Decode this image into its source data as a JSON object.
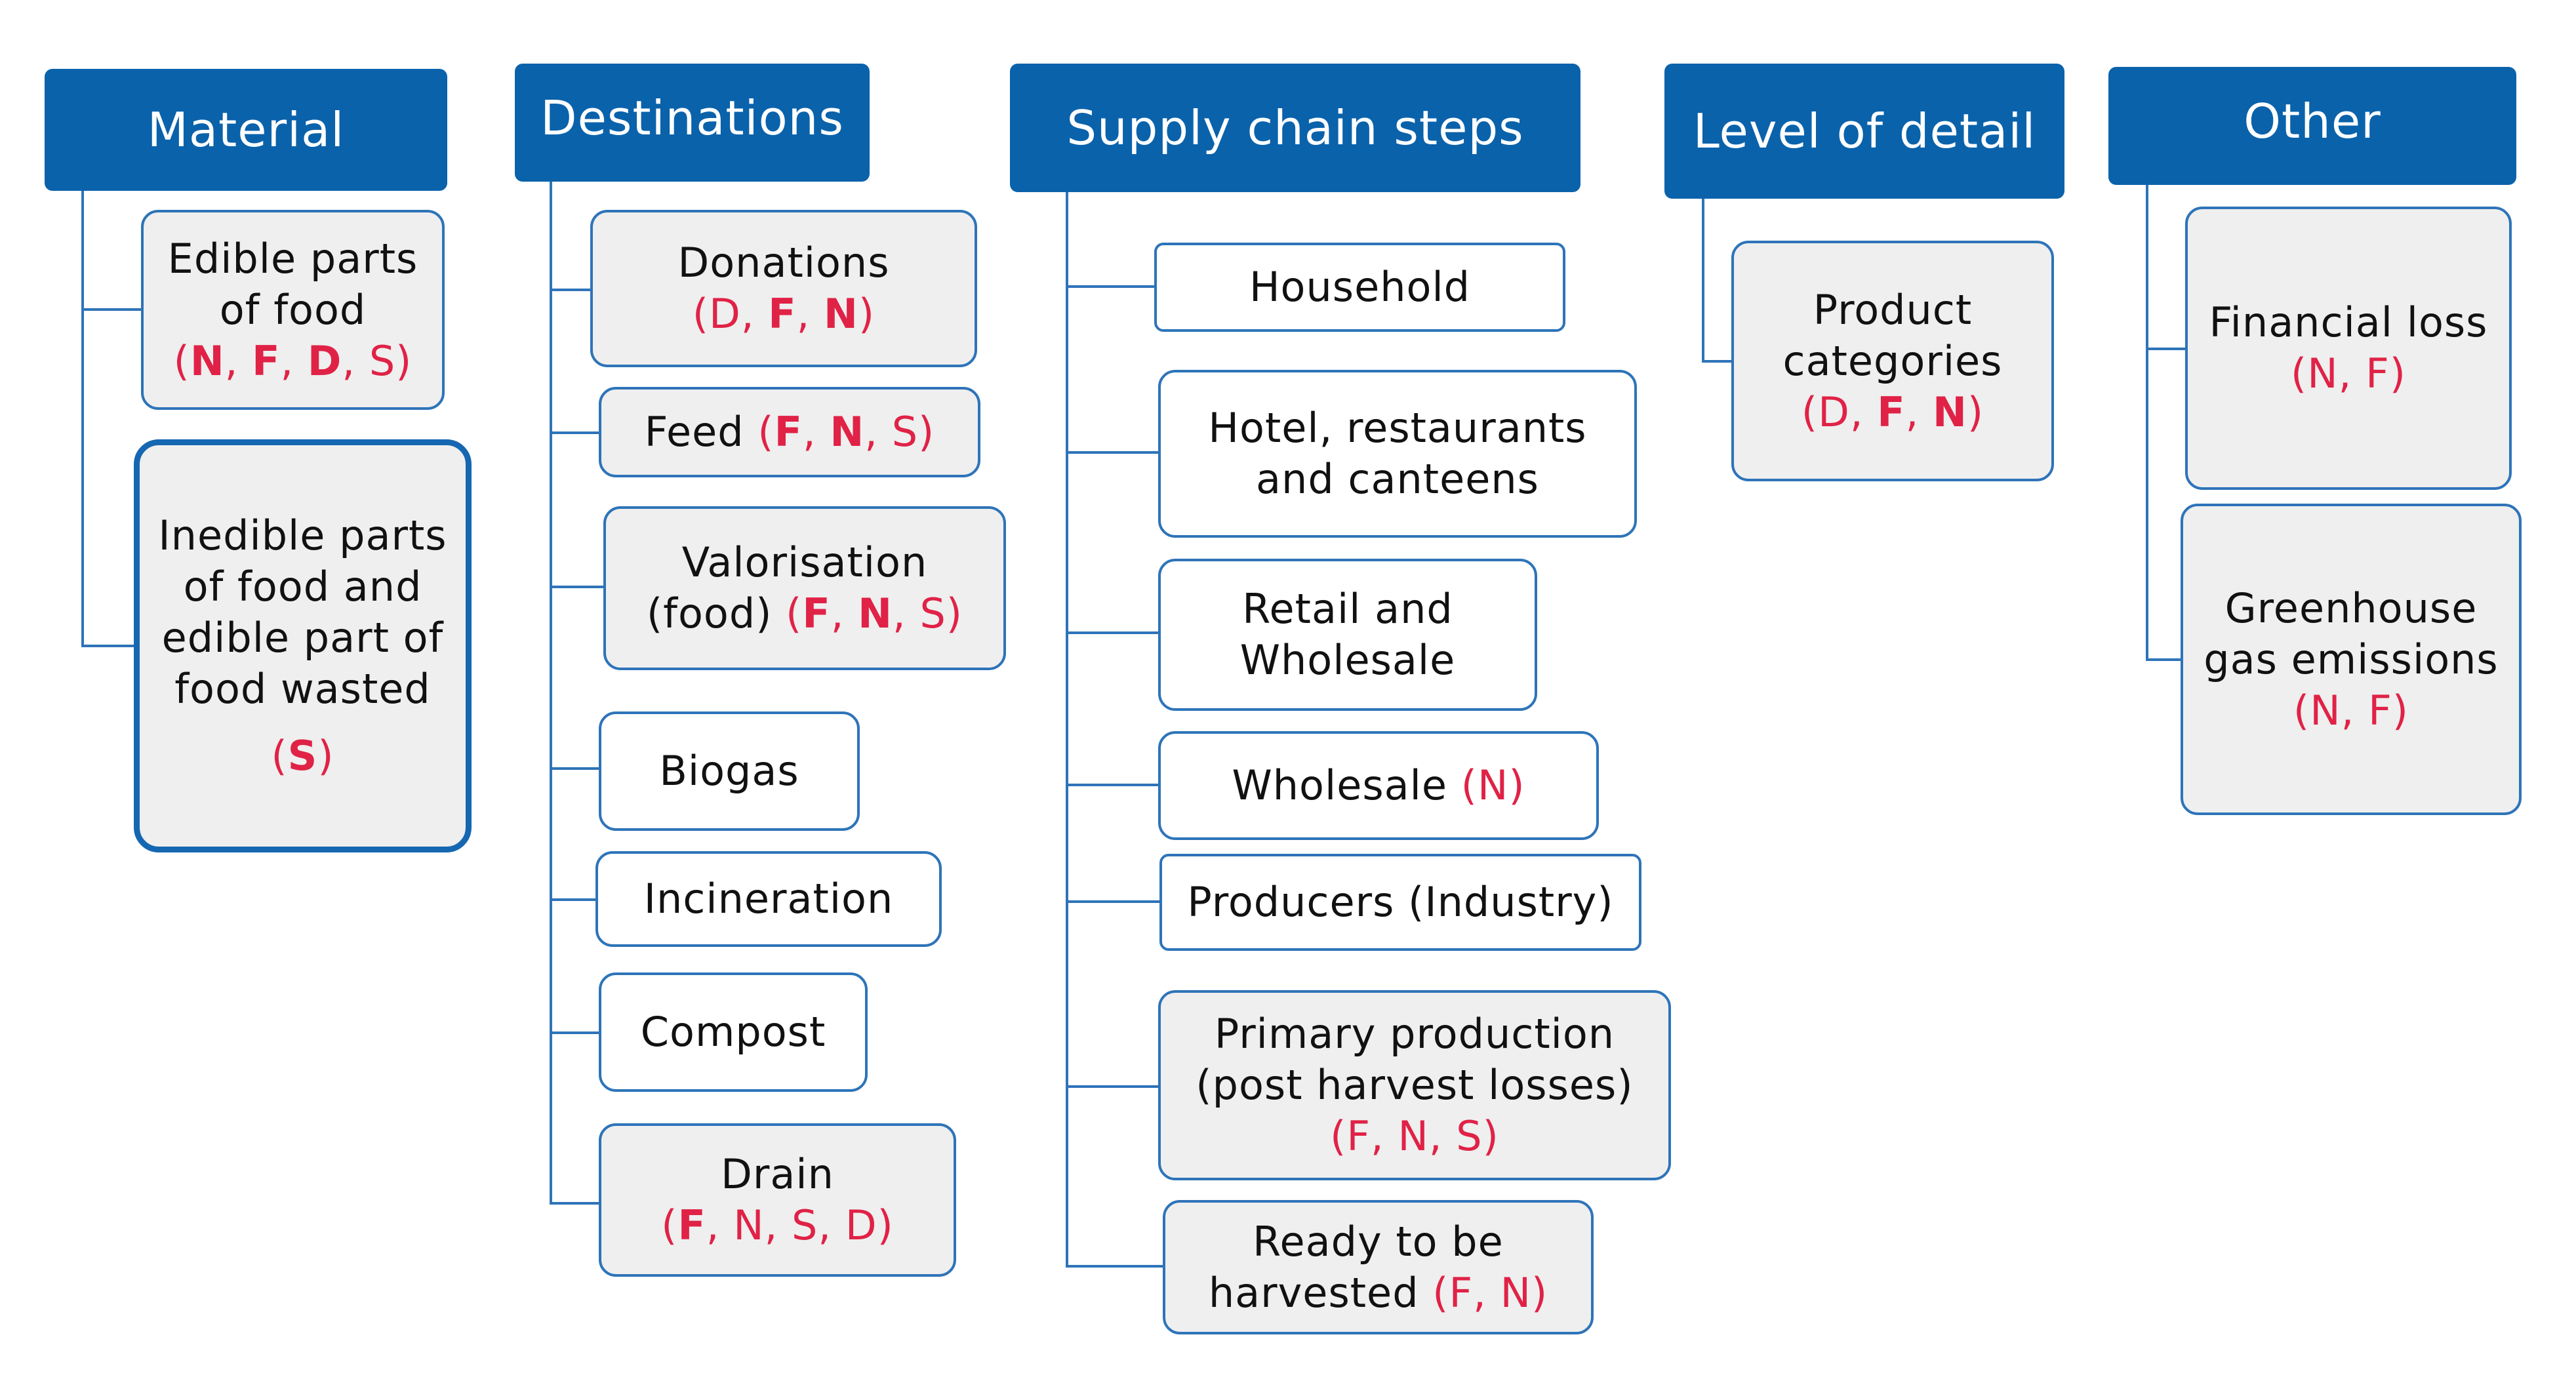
{
  "columns": [
    {
      "header": "Material",
      "items": [
        {
          "lines": [
            "Edible parts",
            "of food"
          ],
          "codes": [
            {
              "t": "N",
              "b": true
            },
            {
              "t": "F",
              "b": true
            },
            {
              "t": "D",
              "b": true
            },
            {
              "t": "S",
              "b": false
            }
          ]
        },
        {
          "lines": [
            "Inedible parts",
            "of food and",
            "edible part of",
            "food wasted"
          ],
          "codes": [
            {
              "t": "S",
              "b": true
            }
          ]
        }
      ]
    },
    {
      "header": "Destinations",
      "items": [
        {
          "lines": [
            "Donations"
          ],
          "codes": [
            {
              "t": "D",
              "b": false
            },
            {
              "t": "F",
              "b": true
            },
            {
              "t": "N",
              "b": true
            }
          ]
        },
        {
          "lines": [
            "Feed"
          ],
          "codes": [
            {
              "t": "F",
              "b": true
            },
            {
              "t": "N",
              "b": true
            },
            {
              "t": "S",
              "b": false
            }
          ]
        },
        {
          "lines": [
            "Valorisation",
            "(food)"
          ],
          "codes": [
            {
              "t": "F",
              "b": true
            },
            {
              "t": "N",
              "b": true
            },
            {
              "t": "S",
              "b": false
            }
          ]
        },
        {
          "lines": [
            "Biogas"
          ],
          "codes": []
        },
        {
          "lines": [
            "Incineration"
          ],
          "codes": []
        },
        {
          "lines": [
            "Compost"
          ],
          "codes": []
        },
        {
          "lines": [
            "Drain"
          ],
          "codes": [
            {
              "t": "F",
              "b": true
            },
            {
              "t": "N",
              "b": false
            },
            {
              "t": "S",
              "b": false
            },
            {
              "t": "D",
              "b": false
            }
          ]
        }
      ]
    },
    {
      "header": "Supply chain steps",
      "items": [
        {
          "lines": [
            "Household"
          ],
          "codes": []
        },
        {
          "lines": [
            "Hotel, restaurants",
            "and canteens"
          ],
          "codes": []
        },
        {
          "lines": [
            "Retail and",
            "Wholesale"
          ],
          "codes": []
        },
        {
          "lines": [
            "Wholesale"
          ],
          "codes": [
            {
              "t": "N",
              "b": false
            }
          ]
        },
        {
          "lines": [
            "Producers (Industry)"
          ],
          "codes": []
        },
        {
          "lines": [
            "Primary production",
            "(post harvest losses)"
          ],
          "codes": [
            {
              "t": "F",
              "b": false
            },
            {
              "t": "N",
              "b": false
            },
            {
              "t": "S",
              "b": false
            }
          ]
        },
        {
          "lines": [
            "Ready to be",
            "harvested"
          ],
          "codes": [
            {
              "t": "F",
              "b": false
            },
            {
              "t": "N",
              "b": false
            }
          ]
        }
      ]
    },
    {
      "header": "Level of detail",
      "items": [
        {
          "lines": [
            "Product",
            "categories"
          ],
          "codes": [
            {
              "t": "D",
              "b": false
            },
            {
              "t": "F",
              "b": true
            },
            {
              "t": "N",
              "b": true
            }
          ]
        }
      ]
    },
    {
      "header": "Other",
      "items": [
        {
          "lines": [
            "Financial loss"
          ],
          "codes": [
            {
              "t": "N",
              "b": false
            },
            {
              "t": "F",
              "b": false
            }
          ]
        },
        {
          "lines": [
            "Greenhouse",
            "gas emissions"
          ],
          "codes": [
            {
              "t": "N",
              "b": false
            },
            {
              "t": "F",
              "b": false
            }
          ]
        }
      ]
    }
  ],
  "colors": {
    "header_bg": "#0a62ab",
    "border": "#2e74b9",
    "code_red": "#e02246",
    "box_gray": "#efefef"
  }
}
